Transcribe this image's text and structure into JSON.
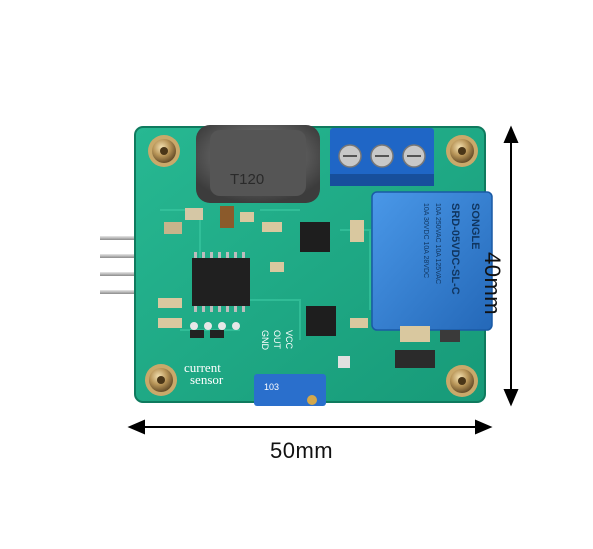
{
  "dimensions": {
    "width_label": "50mm",
    "height_label": "40mm"
  },
  "board": {
    "pcb_color": "#1fae8a",
    "relay": {
      "color": "#2f7fd1",
      "brand": "SONGLE",
      "model": "SRD-05VDC-SL-C",
      "rating_1": "10A 250VAC 10A 125VAC",
      "rating_2": "10A 30VDC 10A 28VDC"
    },
    "transformer_text": "T120",
    "silkscreen_current": "current",
    "silkscreen_sensor": "sensor",
    "silkscreen_pins": [
      "GND",
      "OUT",
      "VCC"
    ],
    "potentiometer_label": "103",
    "terminal_block_color": "#1565c0"
  }
}
